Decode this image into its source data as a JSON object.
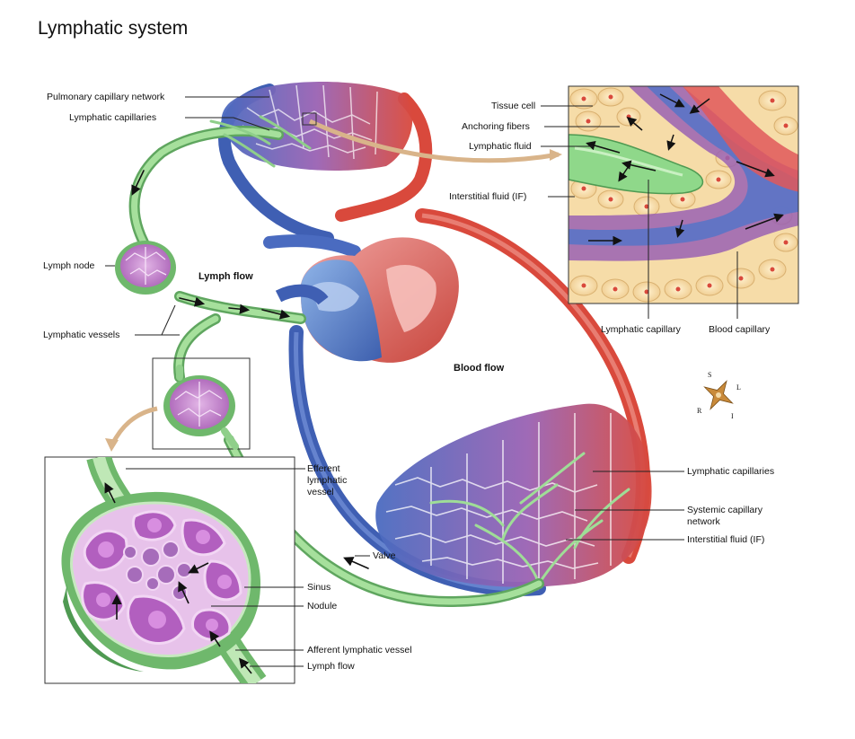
{
  "title": "Lymphatic system",
  "labels": {
    "pulmonary_capillary_network": "Pulmonary capillary network",
    "lymphatic_capillaries_top": "Lymphatic capillaries",
    "lymph_node": "Lymph node",
    "lymph_flow_main": "Lymph flow",
    "lymphatic_vessels": "Lymphatic vessels",
    "blood_flow": "Blood flow",
    "tissue_cell": "Tissue cell",
    "anchoring_fibers": "Anchoring fibers",
    "lymphatic_fluid": "Lymphatic fluid",
    "interstitial_fluid_top": "Interstitial fluid (IF)",
    "lymphatic_capillary": "Lymphatic capillary",
    "blood_capillary": "Blood capillary",
    "lymphatic_capillaries_right": "Lymphatic capillaries",
    "systemic_capillary_network_1": "Systemic capillary",
    "systemic_capillary_network_2": "network",
    "interstitial_fluid_right": "Interstitial fluid (IF)",
    "efferent_1": "Efferent",
    "efferent_2": "lymphatic",
    "efferent_3": "vessel",
    "valve": "Valve",
    "sinus": "Sinus",
    "nodule": "Nodule",
    "afferent_lymphatic_vessel": "Afferent lymphatic vessel",
    "lymph_flow_inset": "Lymph flow"
  },
  "compass": {
    "s": "S",
    "l": "L",
    "r": "R",
    "i": "I"
  },
  "colors": {
    "lymph_green": "#8fcf8a",
    "lymph_green_dark": "#4f9a52",
    "vein_blue": "#4a6bc0",
    "artery_red": "#d9493c",
    "capillary_purple": "#9a62b3",
    "node_pink": "#c98bd2",
    "tissue_cell": "#f6dca8"
  }
}
